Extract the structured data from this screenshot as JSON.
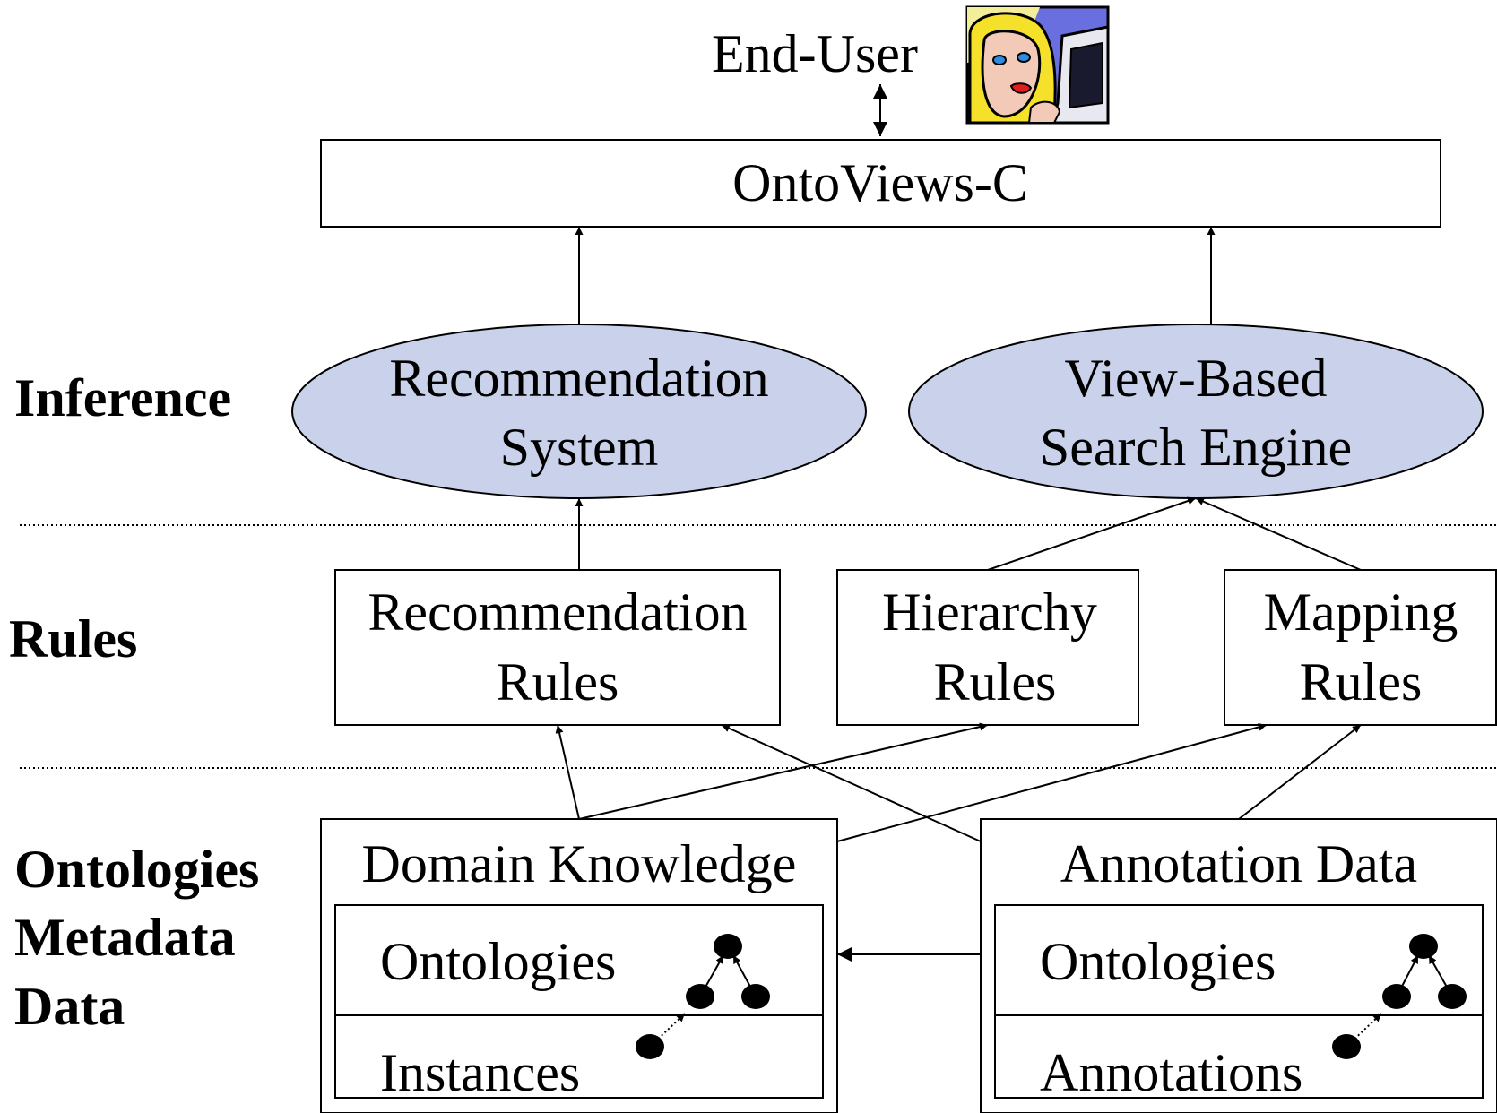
{
  "colors": {
    "ellipse_fill": "#C9D2EA",
    "line": "#000000",
    "background": "#FFFFFF"
  },
  "end_user": {
    "label": "End-User",
    "icon": "woman-at-computer-icon"
  },
  "top_box": {
    "label": "OntoViews-C"
  },
  "layers": {
    "inference": "Inference",
    "rules": "Rules",
    "data_line1": "Ontologies",
    "data_line2": "Metadata",
    "data_line3": "Data"
  },
  "inference": {
    "recommendation": {
      "line1": "Recommendation",
      "line2": "System"
    },
    "search": {
      "line1": "View-Based",
      "line2": "Search Engine"
    }
  },
  "rules": {
    "recommendation": {
      "line1": "Recommendation",
      "line2": "Rules"
    },
    "hierarchy": {
      "line1": "Hierarchy",
      "line2": "Rules"
    },
    "mapping": {
      "line1": "Mapping",
      "line2": "Rules"
    }
  },
  "data": {
    "domain_knowledge": {
      "title": "Domain Knowledge",
      "ontologies": "Ontologies",
      "instances": "Instances"
    },
    "annotation_data": {
      "title": "Annotation Data",
      "ontologies": "Ontologies",
      "annotations": "Annotations"
    }
  }
}
